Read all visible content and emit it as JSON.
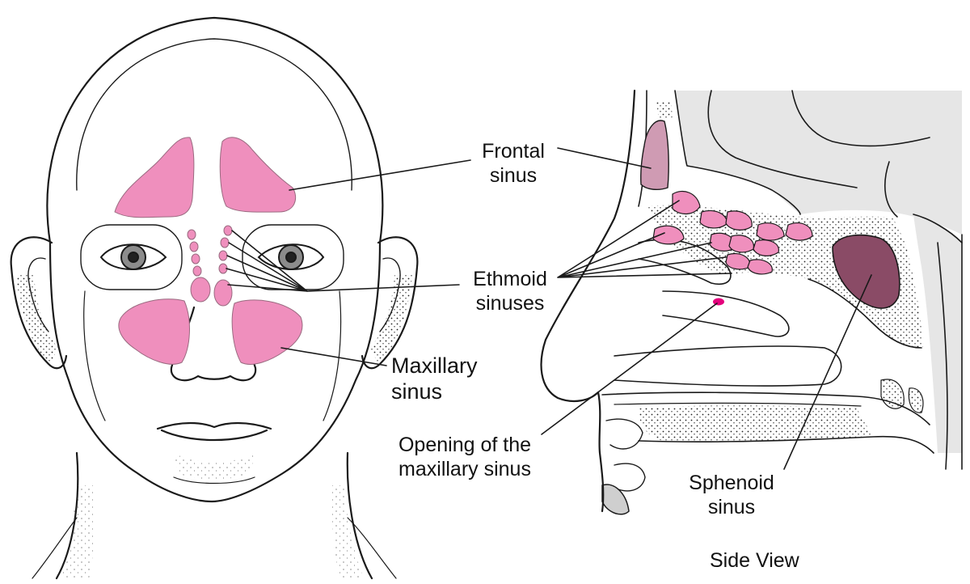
{
  "labels": {
    "frontal_sinus": [
      "Frontal",
      "sinus"
    ],
    "ethmoid_sinuses": [
      "Ethmoid",
      "sinuses"
    ],
    "maxillary_sinus": [
      "Maxillary",
      "sinus"
    ],
    "opening_maxillary": [
      "Opening of the",
      "maxillary sinus"
    ],
    "sphenoid_sinus": [
      "Sphenoid",
      "sinus"
    ],
    "side_view": "Side View"
  },
  "colors": {
    "sinus_pink": "#ef8fbd",
    "sinus_pink_light": "#f4a9cc",
    "frontal_side": "#cf9bb3",
    "sphenoid": "#8a4b66",
    "opening_magenta": "#e4007c",
    "line": "#1a1a1a",
    "bone_gray": "#e6e6e6",
    "skin_shade": "#f2f2f2"
  }
}
